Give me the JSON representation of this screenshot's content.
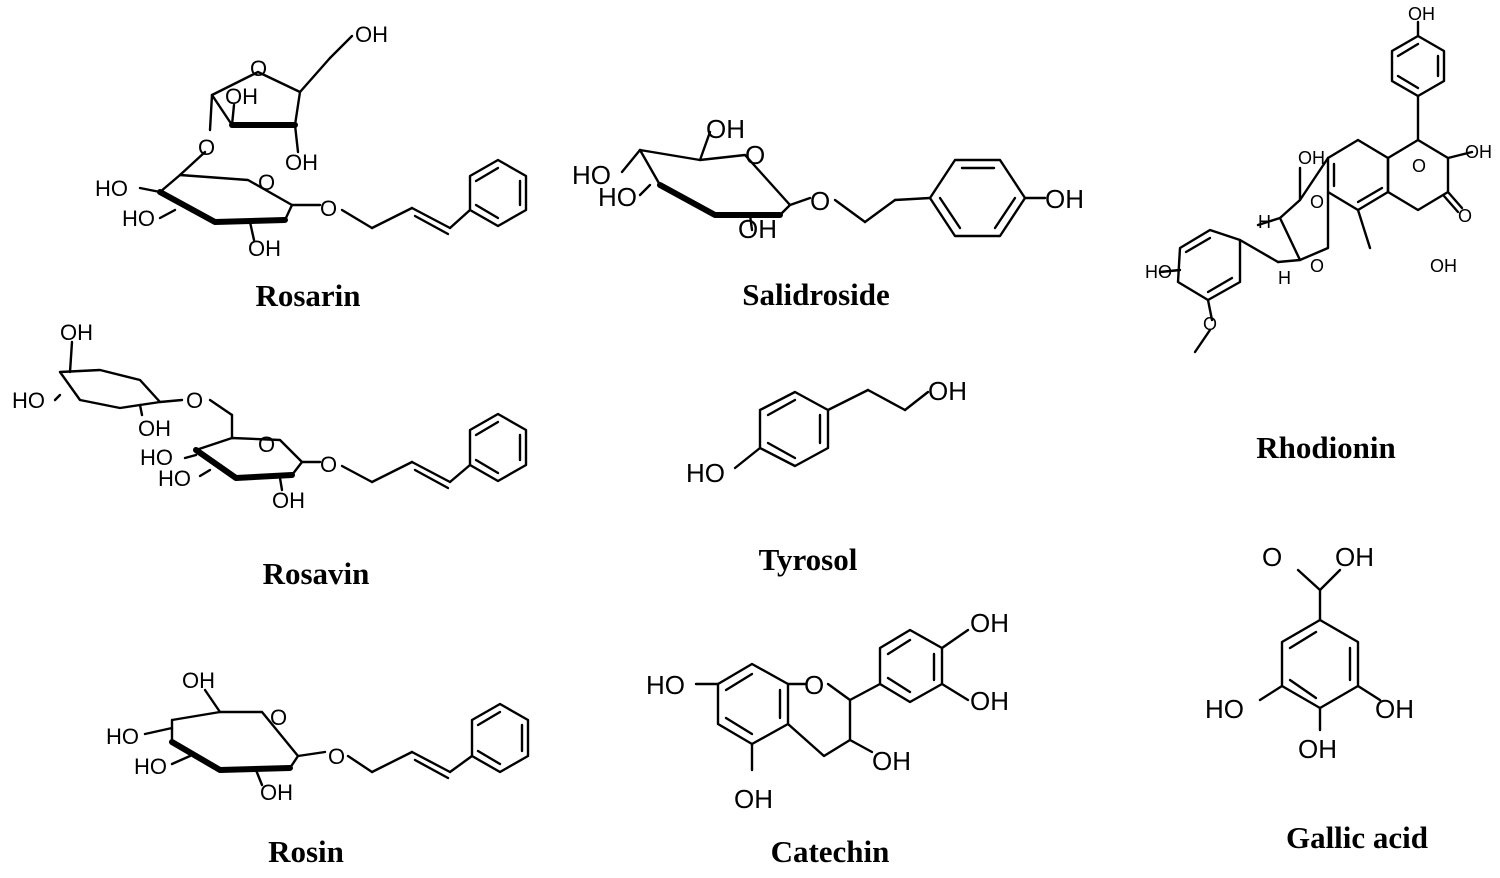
{
  "compounds": [
    {
      "id": "rosarin",
      "name": "Rosarin"
    },
    {
      "id": "salidroside",
      "name": "Salidroside"
    },
    {
      "id": "rhodionin",
      "name": "Rhodionin"
    },
    {
      "id": "rosavin",
      "name": "Rosavin"
    },
    {
      "id": "tyrosol",
      "name": "Tyrosol"
    },
    {
      "id": "gallic-acid",
      "name": "Gallic acid"
    },
    {
      "id": "rosin",
      "name": "Rosin"
    },
    {
      "id": "catechin",
      "name": "Catechin"
    }
  ],
  "atoms": {
    "oh": "OH",
    "ho": "HO",
    "o": "O",
    "h": "H"
  }
}
